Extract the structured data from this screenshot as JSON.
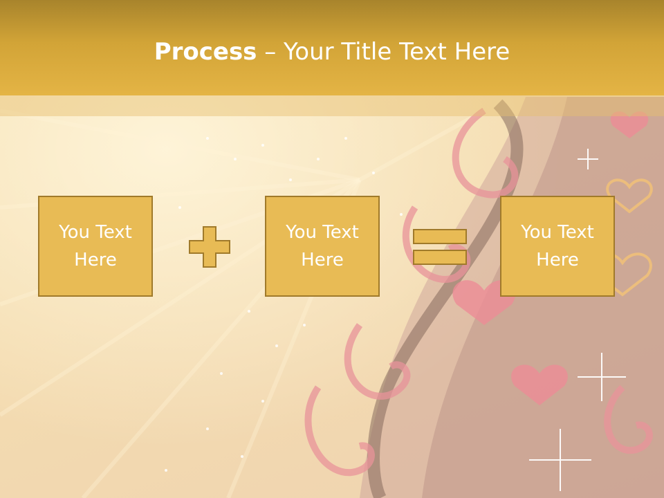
{
  "slide": {
    "title_bold": "Process",
    "title_rest": " – Your Title Text Here"
  },
  "process": {
    "boxes": [
      "You Text Here",
      "You Text Here",
      "You Text Here"
    ],
    "operators": [
      "plus-icon",
      "equals-icon"
    ]
  },
  "colors": {
    "title_bar": "#d2a437",
    "box_fill": "#e8bb55",
    "box_border": "#a07a2a",
    "swirl": "#e8939a",
    "ribbon": "#8a6a5a"
  }
}
